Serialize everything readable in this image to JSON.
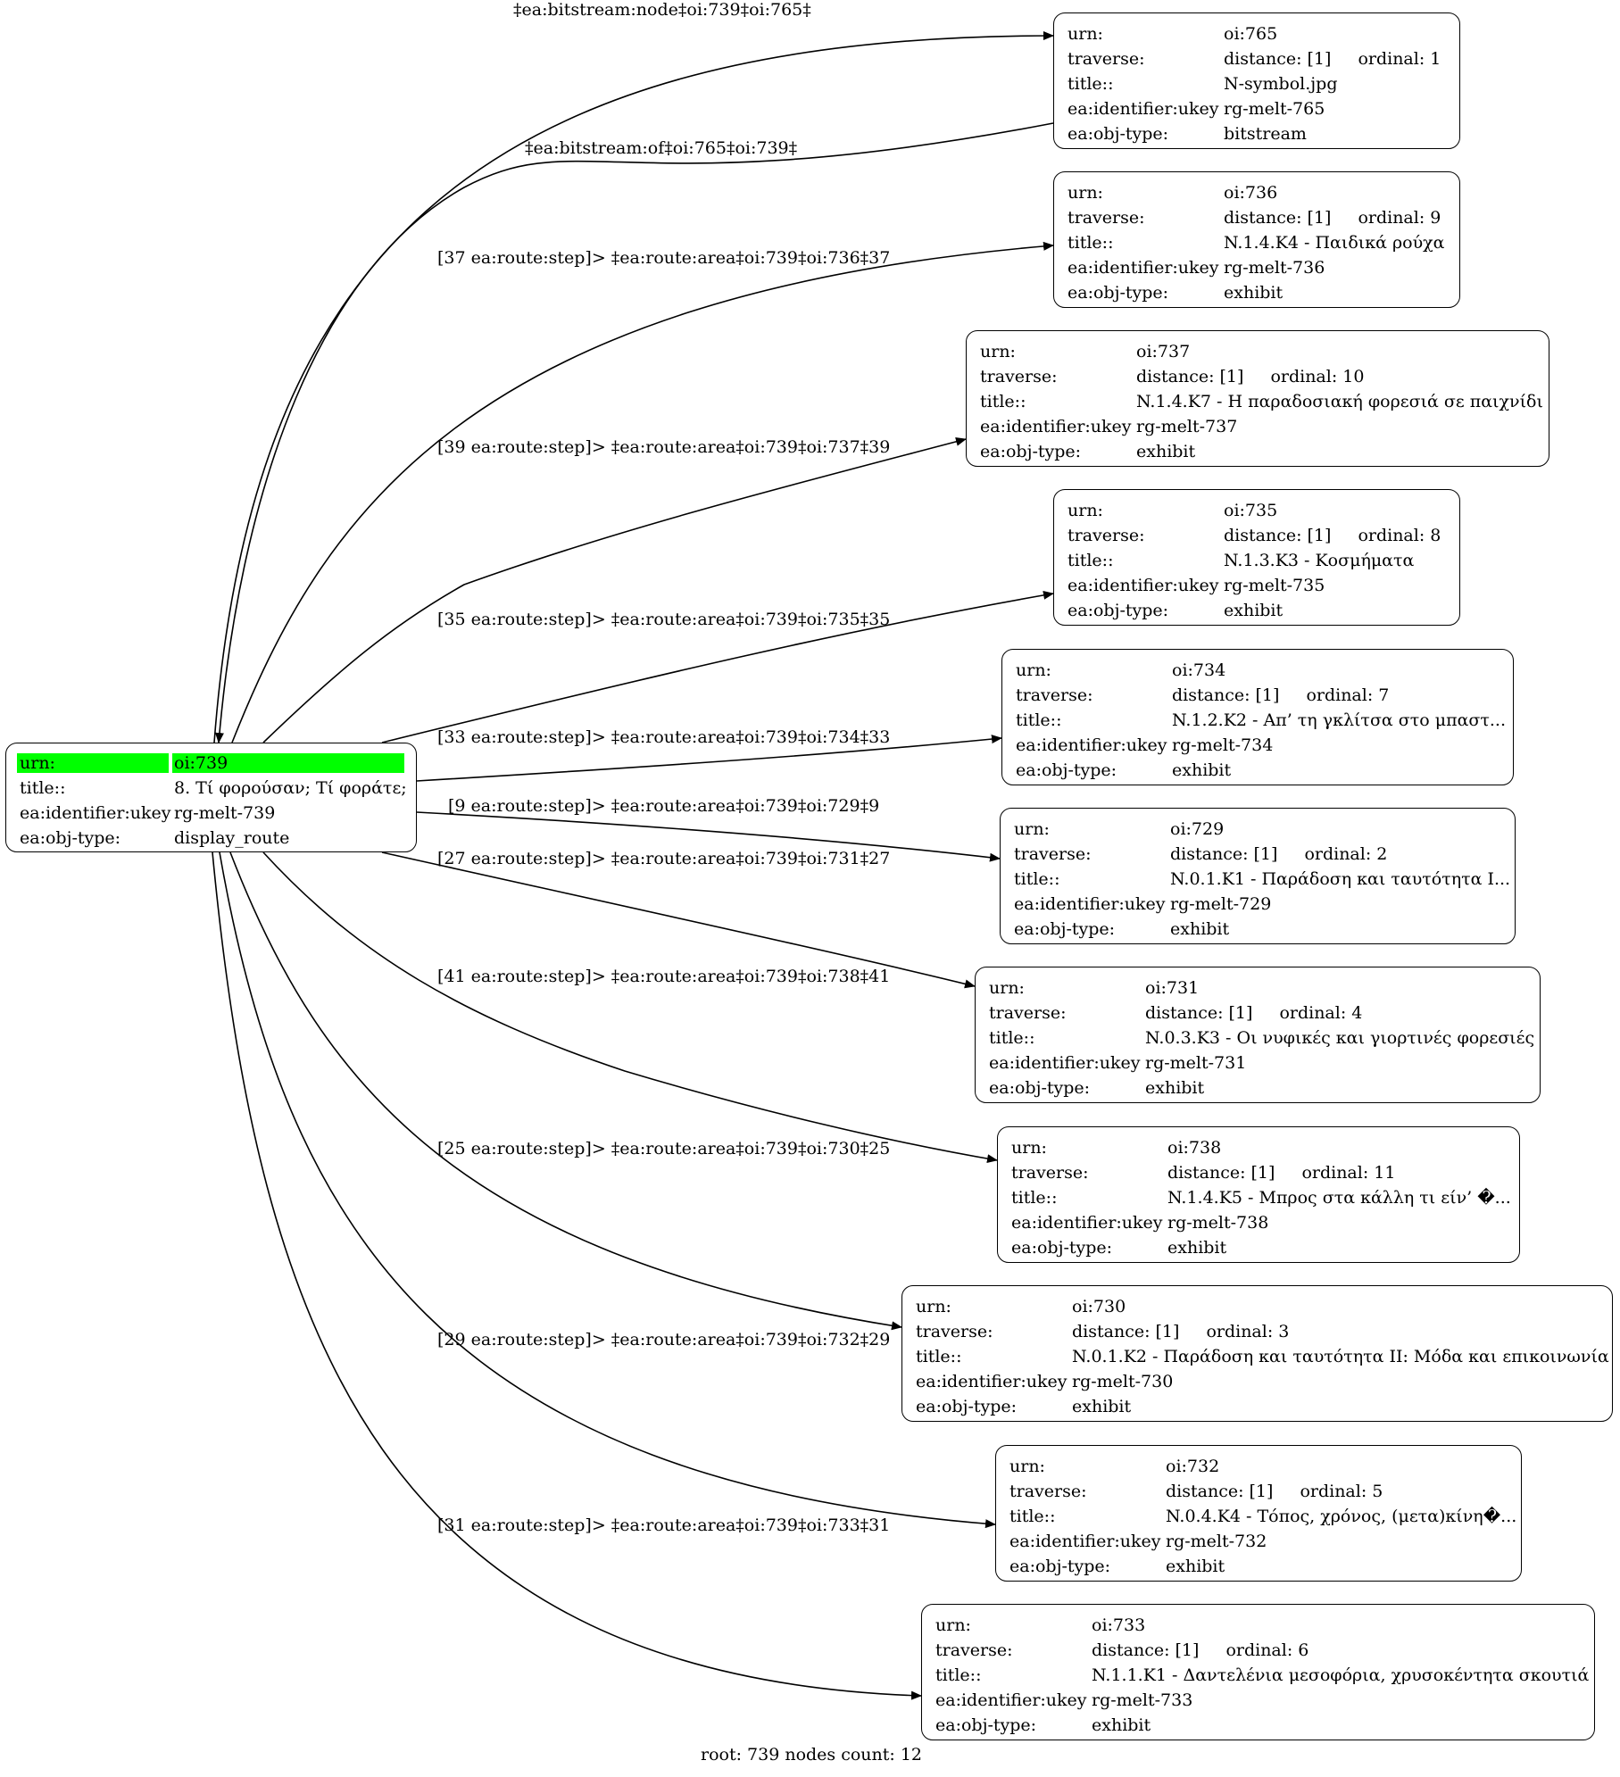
{
  "root": {
    "rows": [
      {
        "k": "urn:",
        "v": "oi:739"
      },
      {
        "k": "title::",
        "v": "8. Τί φορούσαν; Τί φοράτε;"
      },
      {
        "k": "ea:identifier:ukey",
        "v": "rg-melt-739"
      },
      {
        "k": "ea:obj-type:",
        "v": "display_route"
      }
    ]
  },
  "nodes": [
    {
      "urn": "oi:765",
      "distance": "distance: [1]",
      "ordinal": "ordinal: 1",
      "title": "N-symbol.jpg",
      "ukey": "rg-melt-765",
      "type": "bitstream"
    },
    {
      "urn": "oi:736",
      "distance": "distance: [1]",
      "ordinal": "ordinal: 9",
      "title": "N.1.4.K4 - Παιδικά ρούχα",
      "ukey": "rg-melt-736",
      "type": "exhibit"
    },
    {
      "urn": "oi:737",
      "distance": "distance: [1]",
      "ordinal": "ordinal: 10",
      "title": "N.1.4.K7 - Η παραδοσιακή φορεσιά σε παιχνίδι",
      "ukey": "rg-melt-737",
      "type": "exhibit"
    },
    {
      "urn": "oi:735",
      "distance": "distance: [1]",
      "ordinal": "ordinal: 8",
      "title": "N.1.3.K3 - Κοσμήματα",
      "ukey": "rg-melt-735",
      "type": "exhibit"
    },
    {
      "urn": "oi:734",
      "distance": "distance: [1]",
      "ordinal": "ordinal: 7",
      "title": "N.1.2.K2 - Απ’ τη γκλίτσα στο μπαστ...",
      "ukey": "rg-melt-734",
      "type": "exhibit"
    },
    {
      "urn": "oi:729",
      "distance": "distance: [1]",
      "ordinal": "ordinal: 2",
      "title": "N.0.1.K1 - Παράδοση και ταυτότητα I...",
      "ukey": "rg-melt-729",
      "type": "exhibit"
    },
    {
      "urn": "oi:731",
      "distance": "distance: [1]",
      "ordinal": "ordinal: 4",
      "title": "N.0.3.K3 - Οι νυφικές και γιορτινές φορεσιές",
      "ukey": "rg-melt-731",
      "type": "exhibit"
    },
    {
      "urn": "oi:738",
      "distance": "distance: [1]",
      "ordinal": "ordinal: 11",
      "title": "N.1.4.K5 - Μπρος στα κάλλη τι είν’ �...",
      "ukey": "rg-melt-738",
      "type": "exhibit"
    },
    {
      "urn": "oi:730",
      "distance": "distance: [1]",
      "ordinal": "ordinal: 3",
      "title": "N.0.1.K2 - Παράδοση και ταυτότητα II: Μόδα και επικοινωνία",
      "ukey": "rg-melt-730",
      "type": "exhibit"
    },
    {
      "urn": "oi:732",
      "distance": "distance: [1]",
      "ordinal": "ordinal: 5",
      "title": "N.0.4.K4 - Τόπος, χρόνος, (μετα)κίνη�...",
      "ukey": "rg-melt-732",
      "type": "exhibit"
    },
    {
      "urn": "oi:733",
      "distance": "distance: [1]",
      "ordinal": "ordinal: 6",
      "title": "N.1.1.K1 - Δαντελένια μεσοφόρια, χρυσοκέντητα σκουτιά",
      "ukey": "rg-melt-733",
      "type": "exhibit"
    }
  ],
  "keys": {
    "urn": "urn:",
    "traverse": "traverse:",
    "title": "title::",
    "ukey": "ea:identifier:ukey",
    "type": "ea:obj-type:"
  },
  "edge_labels": [
    "‡ea:bitstream:node‡oi:739‡oi:765‡",
    "‡ea:bitstream:of‡oi:765‡oi:739‡",
    "[37 ea:route:step]> ‡ea:route:area‡oi:739‡oi:736‡37",
    "[39 ea:route:step]> ‡ea:route:area‡oi:739‡oi:737‡39",
    "[35 ea:route:step]> ‡ea:route:area‡oi:739‡oi:735‡35",
    "[33 ea:route:step]> ‡ea:route:area‡oi:739‡oi:734‡33",
    "[9 ea:route:step]> ‡ea:route:area‡oi:739‡oi:729‡9",
    "[27 ea:route:step]> ‡ea:route:area‡oi:739‡oi:731‡27",
    "[41 ea:route:step]> ‡ea:route:area‡oi:739‡oi:738‡41",
    "[25 ea:route:step]> ‡ea:route:area‡oi:739‡oi:730‡25",
    "[29 ea:route:step]> ‡ea:route:area‡oi:739‡oi:732‡29",
    "[31 ea:route:step]> ‡ea:route:area‡oi:739‡oi:733‡31"
  ],
  "footer": "root: 739 nodes count: 12"
}
